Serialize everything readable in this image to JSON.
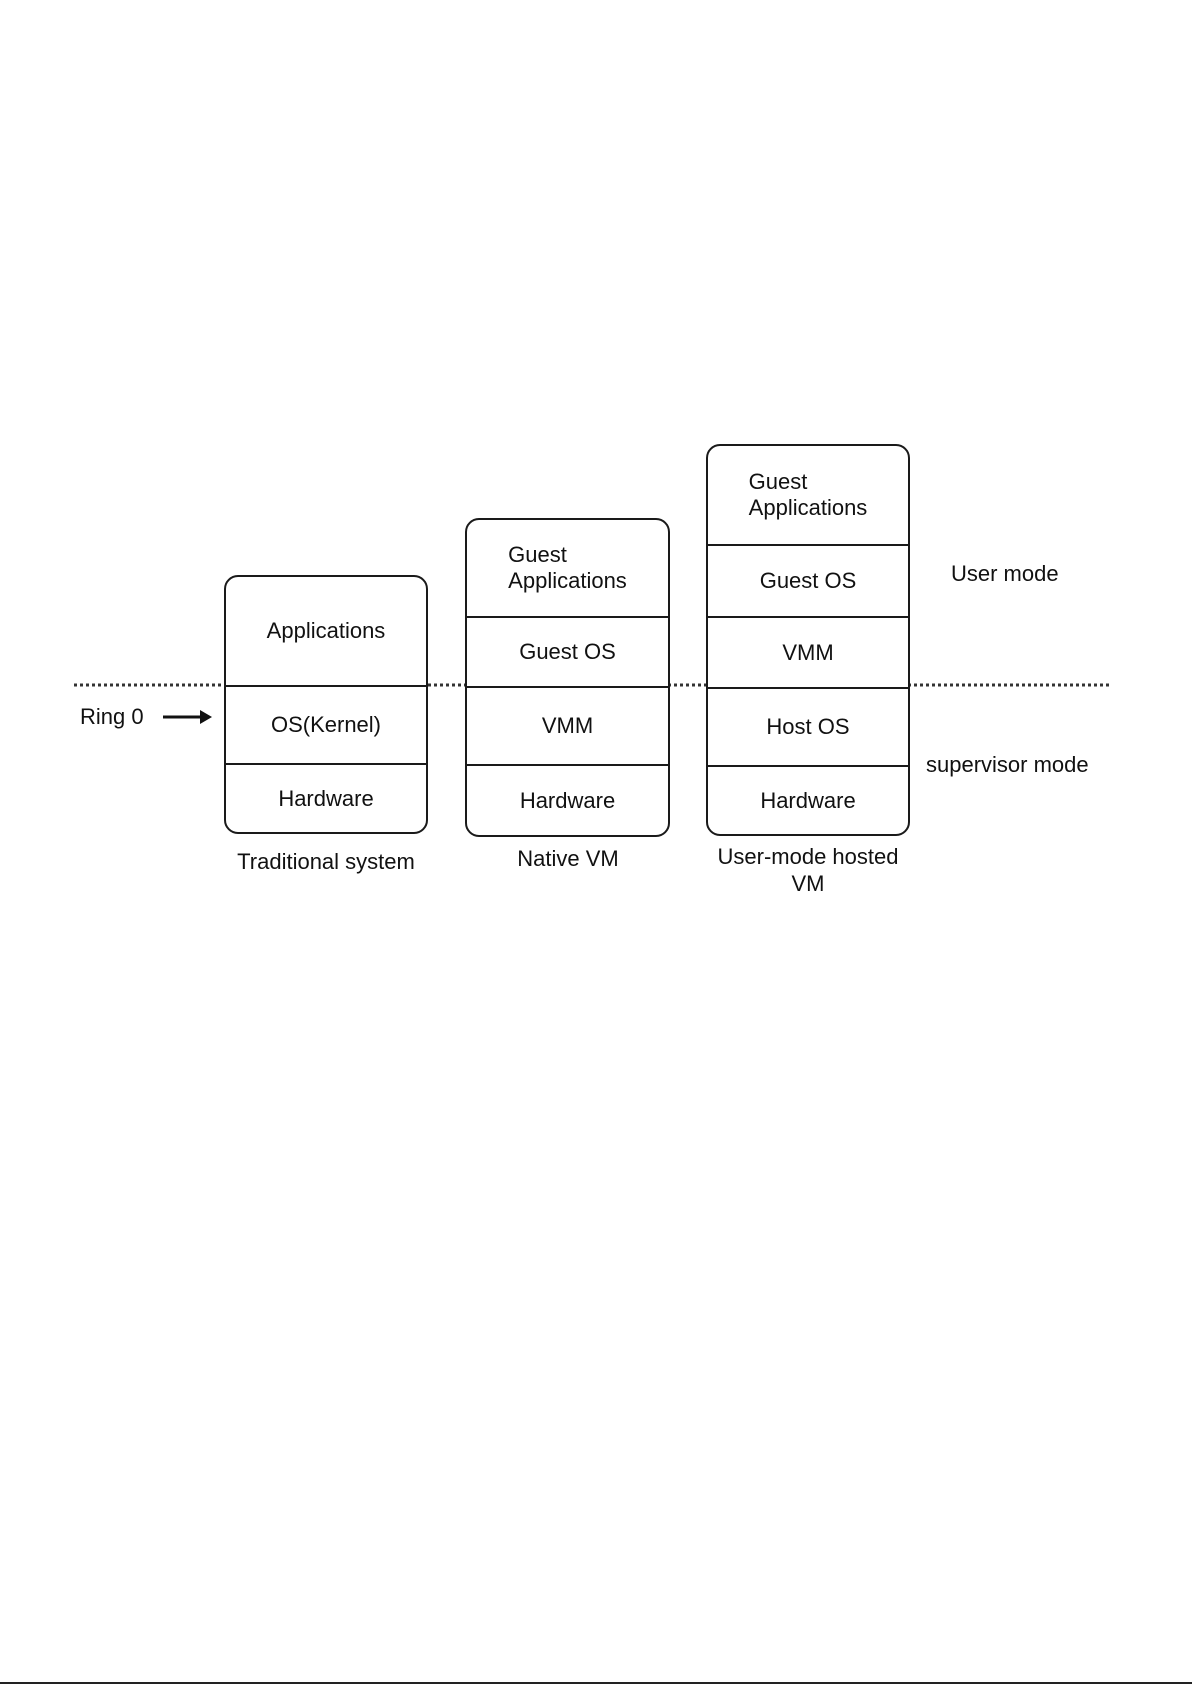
{
  "diagram": {
    "boundary_labels": {
      "upper": "User mode",
      "lower": "supervisor mode"
    },
    "ring_label": "Ring 0",
    "stacks": [
      {
        "caption": "Traditional system",
        "layers": [
          "Applications",
          "OS(Kernel)",
          "Hardware"
        ]
      },
      {
        "caption": "Native VM",
        "layers": [
          "Guest\nApplications",
          "Guest OS",
          "VMM",
          "Hardware"
        ]
      },
      {
        "caption": "User-mode hosted\nVM",
        "layers": [
          "Guest\nApplications",
          "Guest OS",
          "VMM",
          "Host OS",
          "Hardware"
        ]
      }
    ]
  }
}
